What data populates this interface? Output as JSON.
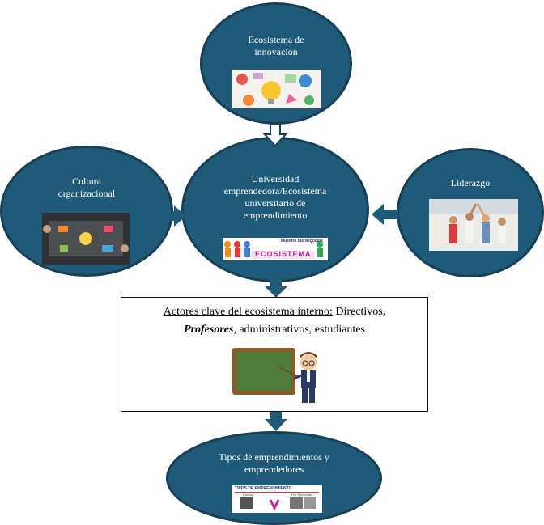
{
  "nodes": {
    "innovation": {
      "label": "Ecosistema de innovación"
    },
    "culture": {
      "label": "Cultura organizacional"
    },
    "university": {
      "label": "Universidad emprendedora/Ecosistema universitario de emprendimiento"
    },
    "leadership": {
      "label": "Liderazgo"
    },
    "types": {
      "label": "Tipos de emprendimientos y emprendedores"
    }
  },
  "actors_box": {
    "title_underlined": "Actores clave del ecosistema interno:",
    "title_rest": " Directivos,",
    "emphasis": "Profesores",
    "rest": ", administrativos, estudiantes"
  },
  "images": {
    "banner_text": "ECOSISTEMA",
    "banner_small": "Muestra tus Negocios",
    "types_title": "TIPOS DE EMPRENDIMIENTO",
    "types_left": "Laboral",
    "types_right": "Por Necesidad"
  },
  "colors": {
    "node_fill": "#1f5a79",
    "node_border": "#173f55",
    "arrow_fill": "#1f5a79"
  }
}
